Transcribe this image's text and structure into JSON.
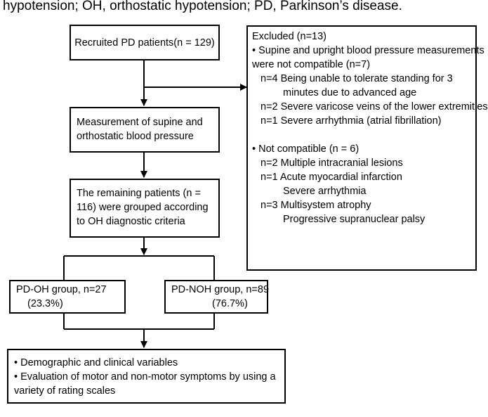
{
  "caption": "hypotension; OH, orthostatic hypotension; PD, Parkinson’s disease.",
  "boxes": {
    "recruited": "Recruited PD patients(n = 129)",
    "measurement": [
      "Measurement of supine and",
      "orthostatic blood pressure"
    ],
    "remaining": [
      "The remaining patients (n =",
      "116) were grouped according",
      "to OH diagnostic criteria"
    ],
    "pd_oh": [
      "PD-OH group, n=27",
      "(23.3%)"
    ],
    "pd_noh": [
      "PD-NOH group, n=89",
      "(76.7%)"
    ],
    "variables": [
      "• Demographic and clinical variables",
      "• Evaluation of motor and non-motor symptoms by using a",
      "  variety of rating scales"
    ]
  },
  "excluded": {
    "title": "Excluded (n=13)",
    "group1": {
      "head": [
        "• Supine and upright blood pressure measurements",
        "were not compatible (n=7)"
      ],
      "items": [
        "n=4 Being unable to tolerate standing for 3",
        "minutes due to advanced age",
        "n=2 Severe varicose veins of the lower extremities",
        "n=1 Severe arrhythmia (atrial fibrillation)"
      ]
    },
    "group2": {
      "head": "• Not compatible (n = 6)",
      "items": [
        "n=2 Multiple intracranial lesions",
        "n=1 Acute myocardial infarction",
        "Severe arrhythmia",
        "n=3 Multisystem atrophy",
        "Progressive supranuclear palsy"
      ]
    }
  }
}
